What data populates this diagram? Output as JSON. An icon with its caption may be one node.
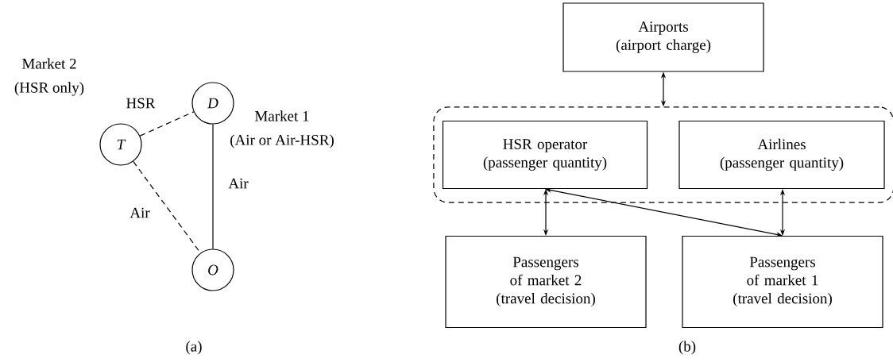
{
  "diagram": {
    "nodes": [
      {
        "text": [
          "D"
        ]
      },
      {
        "text": [
          "T"
        ]
      },
      {
        "text": [
          "O"
        ]
      },
      {
        "text": [
          "Airports",
          "(airport charge)"
        ]
      },
      {
        "text": [],
        "shape": "box"
      },
      {
        "text": [
          "HSR operator",
          "(passenger quantity)"
        ],
        "in": 4
      },
      {
        "text": [
          "Airlines",
          "(passenger quantity)"
        ],
        "in": 4
      },
      {
        "text": [
          "Passengers of market 2",
          "(travel decision)"
        ]
      },
      {
        "text": [
          "Passengers of market 1",
          "(travel decision)"
        ]
      }
    ],
    "edges": [
      {
        "from": 1,
        "to": 0,
        "arrow": "none",
        "label": "HSR",
        "style": "dashed"
      },
      {
        "from": 1,
        "to": 2,
        "arrow": "none",
        "label": "Air",
        "style": "dashed"
      },
      {
        "from": 0,
        "to": 2,
        "arrow": "none",
        "label": "Air"
      },
      {
        "from": 3,
        "to": 4,
        "arrow": "both"
      },
      {
        "from": 5,
        "to": 7,
        "arrow": "both"
      },
      {
        "from": 5,
        "to": 8,
        "arrow": "both"
      },
      {
        "from": 6,
        "to": 8,
        "arrow": "both"
      }
    ],
    "labels": [
      "Market 2",
      "(HSR only)",
      "Market 1",
      "(Air or Air-HSR)",
      "(a)",
      "(b)"
    ]
  }
}
